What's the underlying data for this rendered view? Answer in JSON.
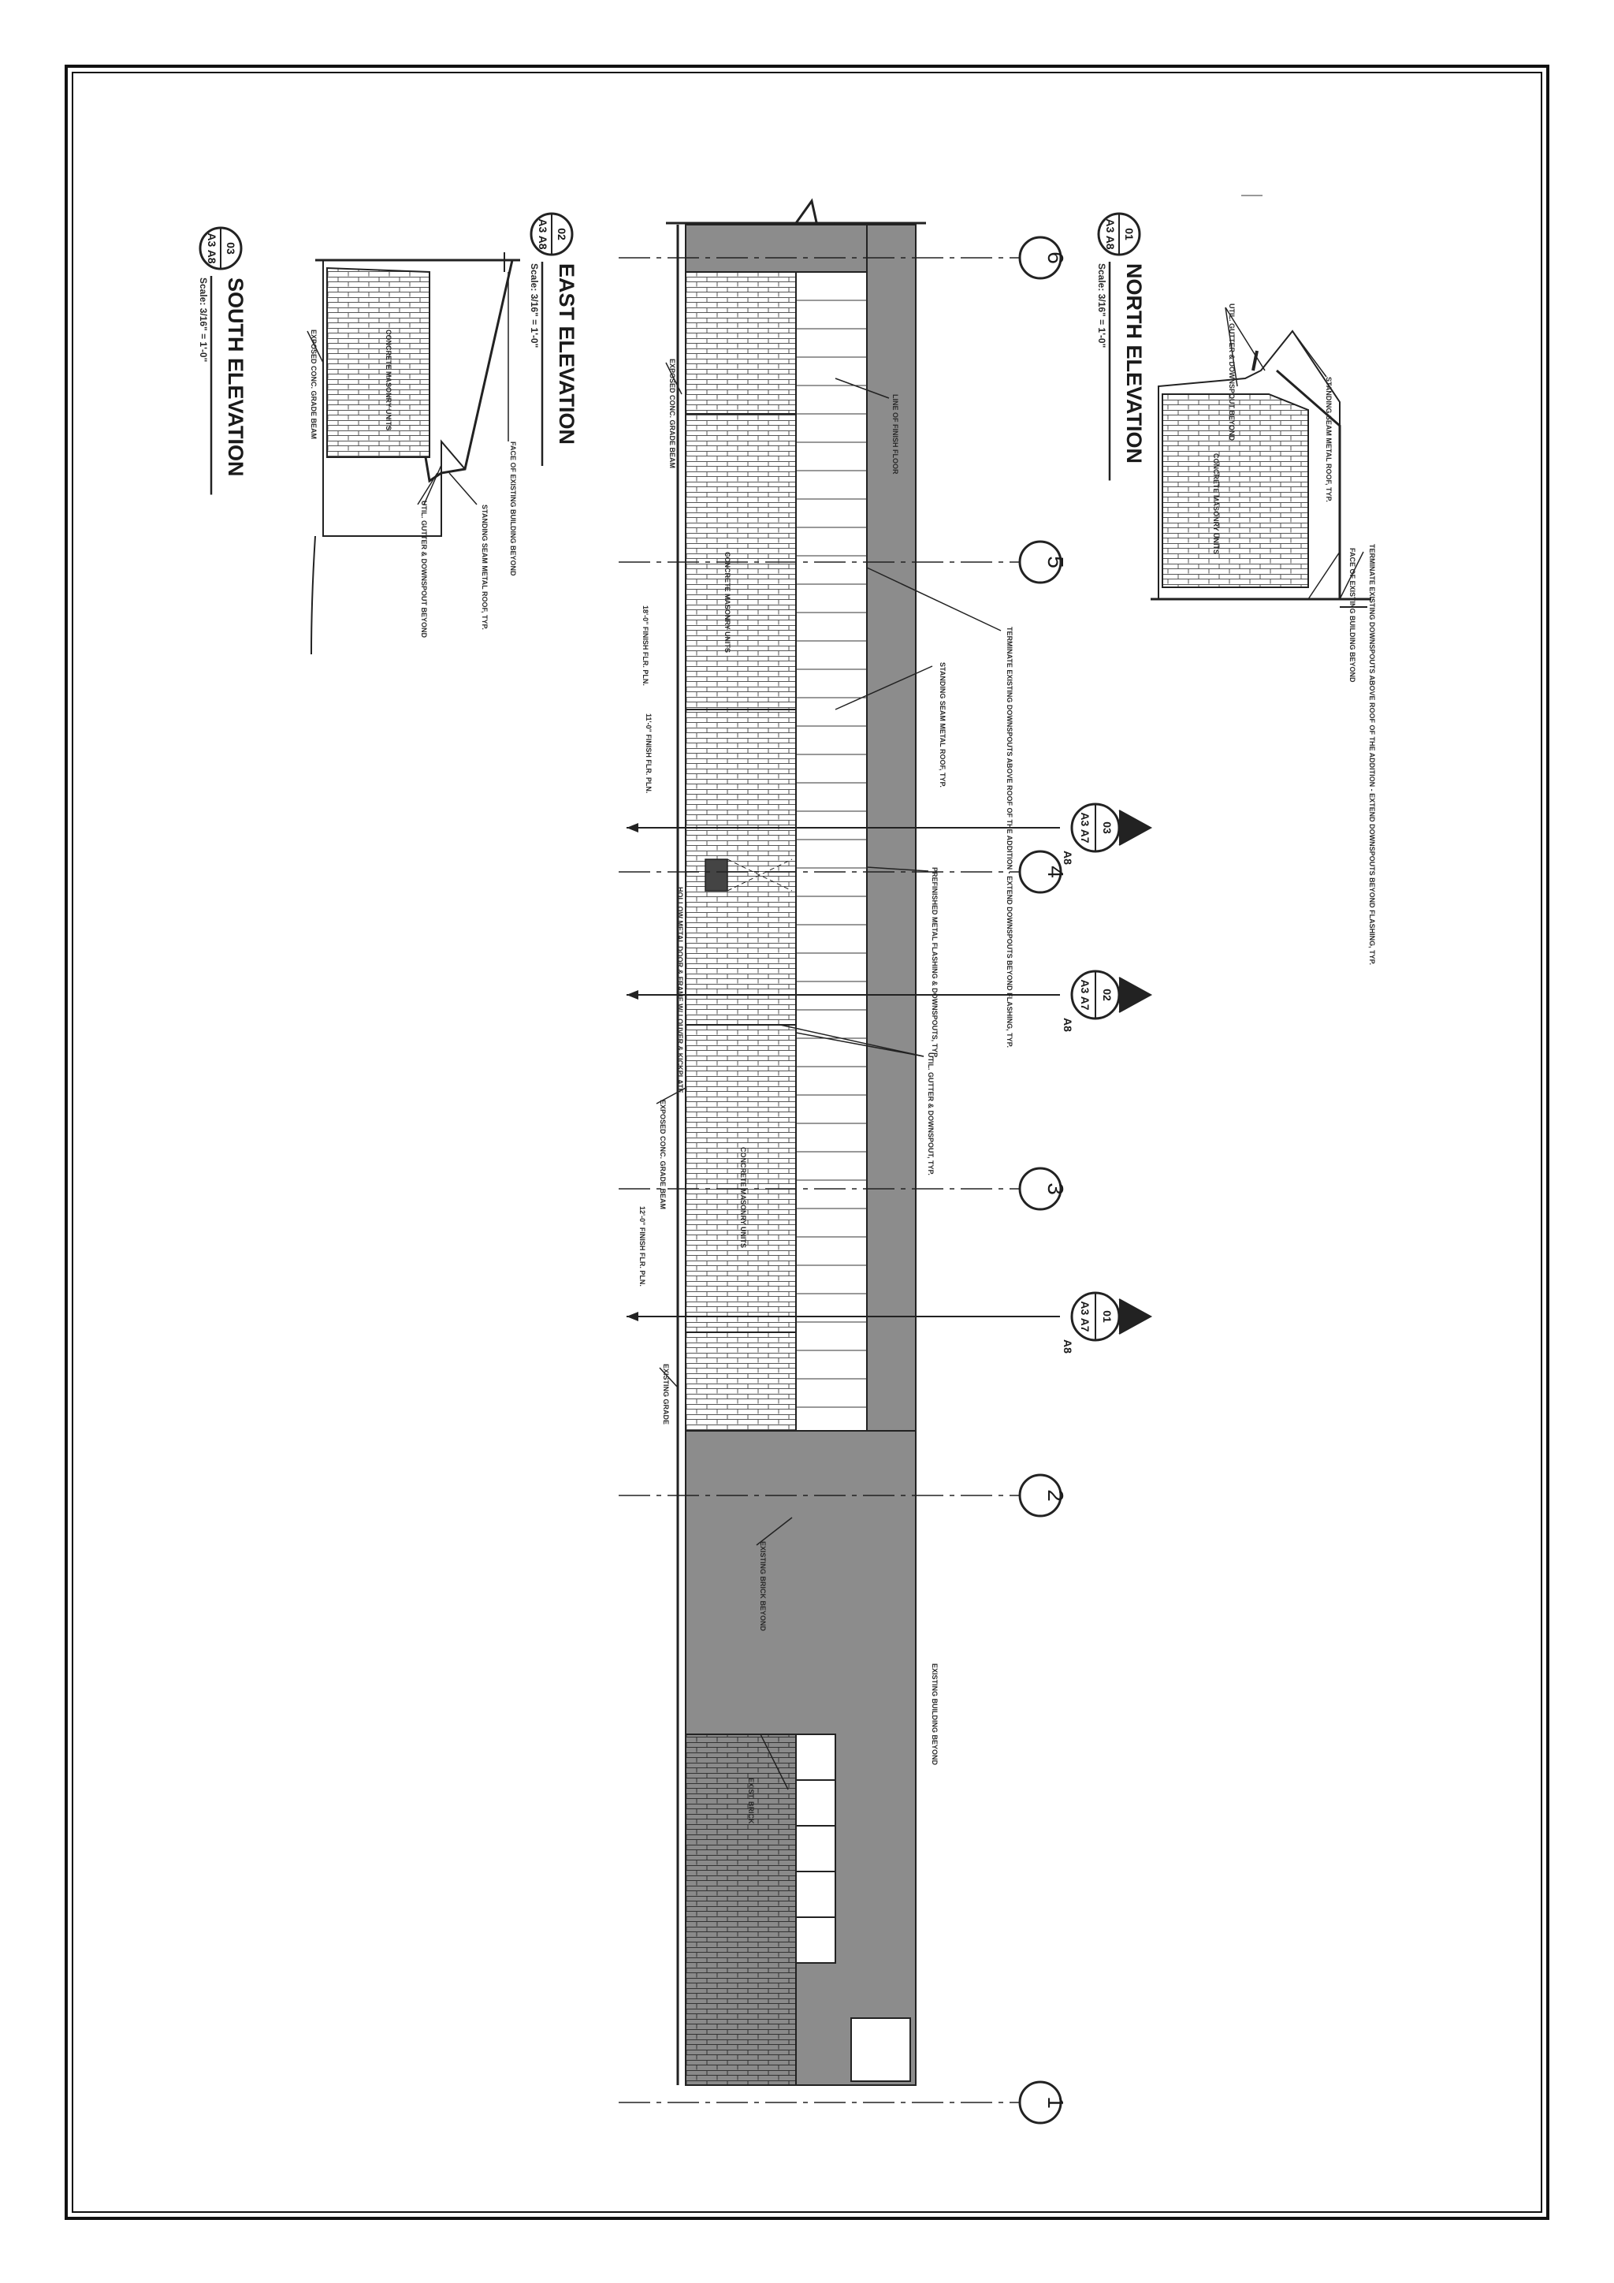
{
  "sheet": {
    "views": [
      {
        "id": "north",
        "number": "01",
        "sheet_ref": "A3 A8",
        "title": "NORTH ELEVATION",
        "scale": "Scale: 3/16\" = 1'-0\""
      },
      {
        "id": "east",
        "number": "02",
        "sheet_ref": "A3 A8",
        "title": "EAST ELEVATION",
        "scale": "Scale: 3/16\" = 1'-0\""
      },
      {
        "id": "south",
        "number": "03",
        "sheet_ref": "A3 A8",
        "title": "SOUTH ELEVATION",
        "scale": "Scale: 3/16\" = 1'-0\""
      }
    ],
    "grid_lines": [
      "1",
      "2",
      "3",
      "4",
      "5",
      "6"
    ],
    "section_markers": [
      {
        "number": "01",
        "ref": "A3 A7",
        "side": "A8"
      },
      {
        "number": "02",
        "ref": "A3 A7",
        "side": "A8"
      },
      {
        "number": "03",
        "ref": "A3 A7",
        "side": "A8"
      }
    ],
    "notes": {
      "north_1": "FACE OF EXISTING BUILDING BEYOND",
      "north_2": "STANDING SEAM METAL ROOF, TYP.",
      "north_3": "UTIL. GUTTER & DOWNSPOUT BEYOND",
      "north_4": "CONCRETE MASONRY UNITS",
      "north_5": "TERMINATE EXISTING DOWNSPOUTS ABOVE ROOF OF THE ADDITION - EXTEND DOWNSPOUTS BEYOND FLASHING, TYP.",
      "east_1": "LINE OF FINISH FLOOR",
      "east_2": "EXPOSED CONC. GRADE BEAM",
      "east_3": "CONCRETE MASONRY UNITS",
      "east_4": "18'-0\" FINISH FLR. PLN.",
      "east_5": "STANDING SEAM METAL ROOF, TYP.",
      "east_6": "TERMINATE EXISTING DOWNSPOUTS ABOVE ROOF OF THE ADDITION - EXTEND DOWNSPOUTS BEYOND FLASHING, TYP.",
      "east_7": "11'-0\" FINISH FLR. PLN.",
      "east_8": "HOLLOW METAL DOOR & FRAME W/ LOUVER & KICKPLATE",
      "east_9": "PREFINISHED METAL FLASHING & DOWNSPOUTS, TYP.",
      "east_10": "EXPOSED CONC. GRADE BEAM",
      "east_11": "CONCRETE MASONRY UNITS",
      "east_12": "UTIL. GUTTER & DOWNSPOUT, TYP.",
      "east_13": "12'-0\" FINISH FLR. PLN.",
      "east_14": "EXISTING GRADE",
      "east_15": "EXISTING BRICK BEYOND",
      "east_16": "EXISTING BUILDING BEYOND",
      "east_17": "EXIST. BRICK",
      "south_1": "FACE OF EXISTING BUILDING BEYOND",
      "south_2": "STANDING SEAM METAL ROOF, TYP.",
      "south_3": "CONCRETE MASONRY UNITS",
      "south_4": "EXPOSED CONC. GRADE BEAM",
      "south_5": "UTIL. GUTTER & DOWNSPOUT BEYOND"
    }
  }
}
